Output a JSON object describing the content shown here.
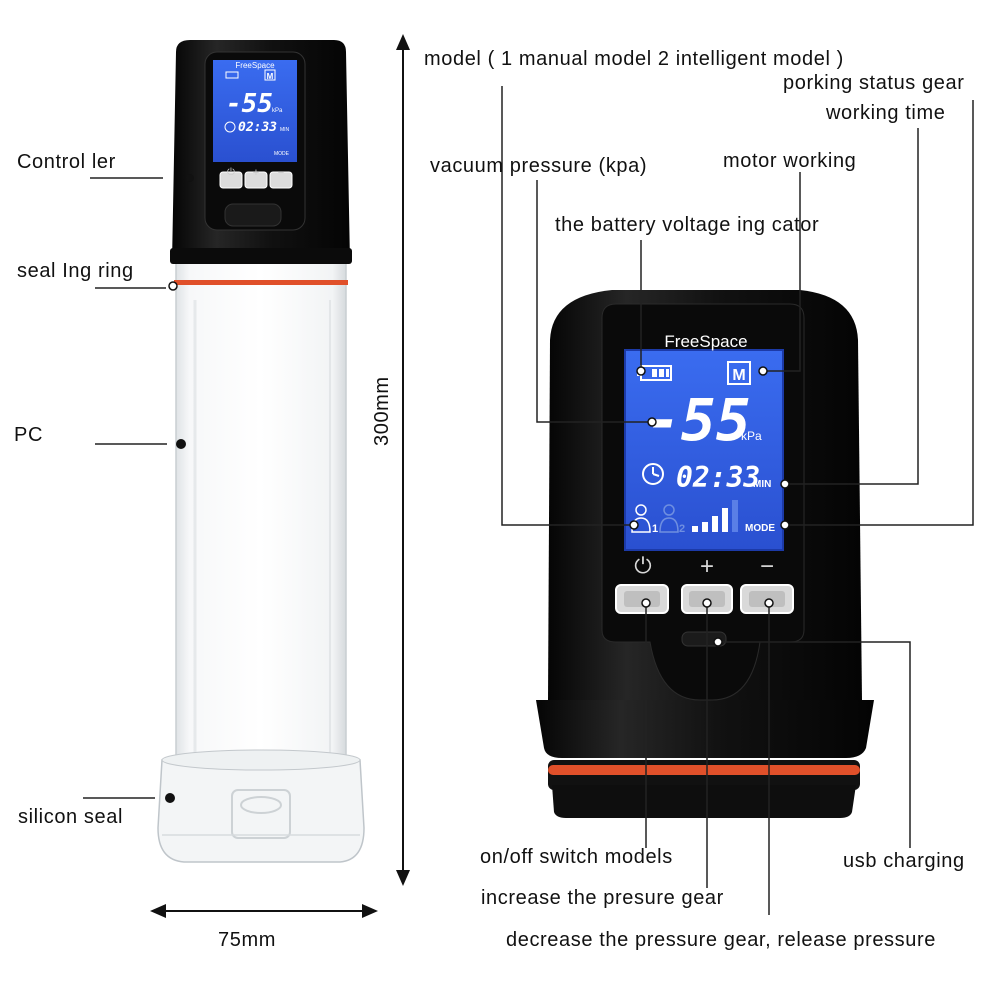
{
  "labels": {
    "controller": "Control ler",
    "sealing_ring": "seal Ing ring",
    "pc": "PC",
    "silicon_seal": "silicon seal",
    "height": "300mm",
    "width": "75mm",
    "model": "model ( 1 manual model 2 intelligent model )",
    "porking_status_gear": "porking status gear",
    "working_time": "working time",
    "vacuum_pressure": "vacuum pressure (kpa)",
    "motor_working": "motor working",
    "battery_indicator": "the battery voltage ing cator",
    "on_off": "on/off switch models",
    "usb_charging": "usb charging",
    "increase": "increase the presure gear",
    "decrease": "decrease the pressure gear, release pressure"
  },
  "display": {
    "brand": "FreeSpace",
    "mode_letter": "M",
    "pressure_value": "-55",
    "pressure_unit": "kPa",
    "time_value": "02:33",
    "time_unit": "MIN",
    "mode_label": "MODE",
    "model_1": "1",
    "model_2": "2"
  },
  "buttons": {
    "power_symbol": "⏻",
    "plus_symbol": "+",
    "minus_symbol": "−"
  },
  "colors": {
    "screen_blue": "#2f5fe0",
    "seal_orange": "#e0502a",
    "body_black": "#141414"
  },
  "icons": [
    "battery-icon",
    "clock-icon",
    "person-icon",
    "power-icon"
  ]
}
